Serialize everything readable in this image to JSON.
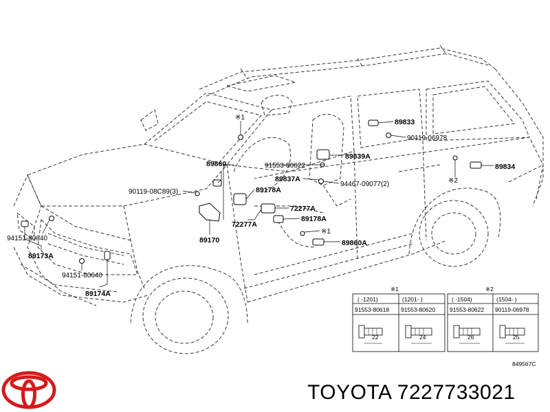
{
  "labels": [
    {
      "id": "p89833",
      "text": "89833"
    },
    {
      "id": "p90119_06978",
      "text": "90119-06978"
    },
    {
      "id": "mark1_top",
      "text": "※1"
    },
    {
      "id": "p89860",
      "text": "89860"
    },
    {
      "id": "p91553_80622",
      "text": "91553-80622"
    },
    {
      "id": "p89839A",
      "text": "89839A"
    },
    {
      "id": "p89834",
      "text": "89834"
    },
    {
      "id": "p89837A",
      "text": "89837A"
    },
    {
      "id": "p94467_09077",
      "text": "94467-09077(2)"
    },
    {
      "id": "mark2",
      "text": "※2"
    },
    {
      "id": "p90119_08C89",
      "text": "90119-08C89(3)"
    },
    {
      "id": "p89178A_1",
      "text": "89178A"
    },
    {
      "id": "p72277A_1",
      "text": "72277A"
    },
    {
      "id": "p89178A_2",
      "text": "89178A"
    },
    {
      "id": "p72277A_2",
      "text": "72277A"
    },
    {
      "id": "mark1_mid",
      "text": "※1"
    },
    {
      "id": "p89170",
      "text": "89170"
    },
    {
      "id": "p89860A",
      "text": "89860A"
    },
    {
      "id": "p94151_80640_1",
      "text": "94151-80640"
    },
    {
      "id": "p89173A",
      "text": "89173A"
    },
    {
      "id": "p94151_80640_2",
      "text": "94151-80640"
    },
    {
      "id": "p89174A",
      "text": "89174A"
    }
  ],
  "tables": [
    {
      "mark": "※1",
      "cols": [
        {
          "range": "(    -1201)",
          "part": "91553-80618",
          "dim": "22"
        },
        {
          "range": "(1201-    )",
          "part": "91553-80620",
          "dim": "24"
        }
      ]
    },
    {
      "mark": "※2",
      "cols": [
        {
          "range": "(    -1504)",
          "part": "91553-80622",
          "dim": "26"
        },
        {
          "range": "(1504-    )",
          "part": "90119-06978",
          "dim": "25"
        }
      ]
    }
  ],
  "diagram_code": "849567C",
  "footer": {
    "brand": "TOYOTA",
    "part_number": "7227733021",
    "logo": "toyota-logo",
    "accent_color": "#d7191c"
  }
}
